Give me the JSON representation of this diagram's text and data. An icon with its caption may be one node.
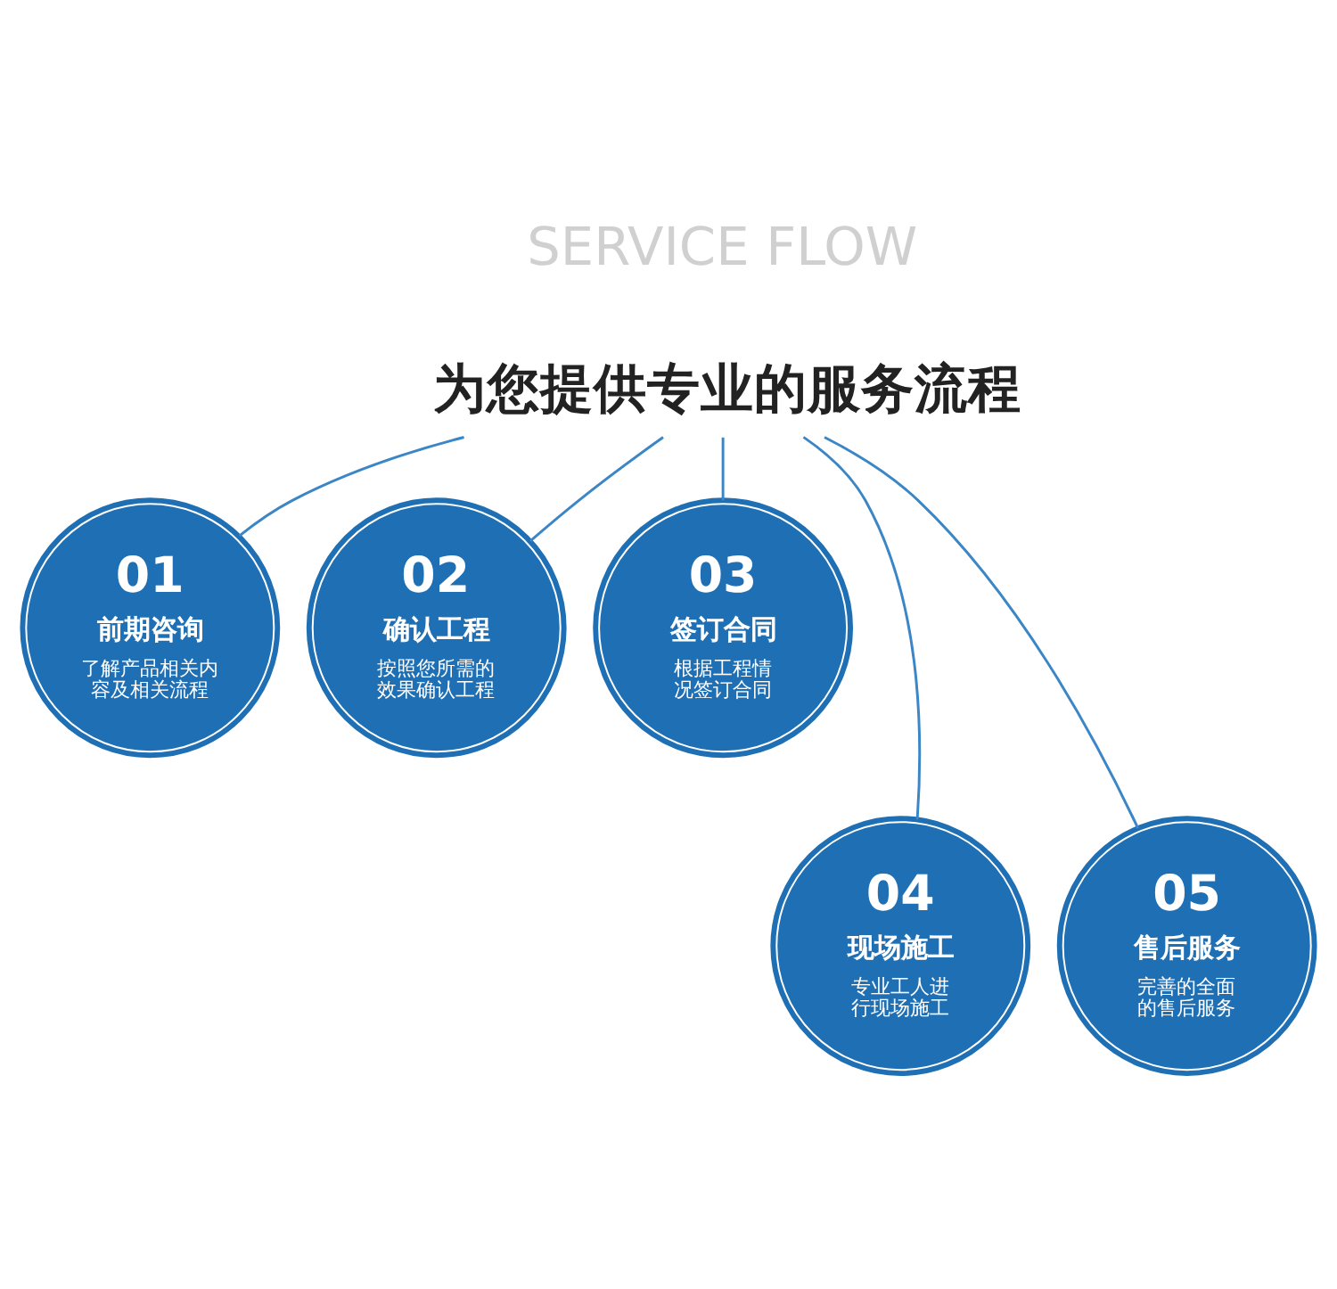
{
  "diagram": {
    "nodes": [
      {
        "text": [
          "为您提供专业的服务流程"
        ]
      },
      {
        "text": [
          "01",
          "前期咨询",
          "了解产品相关内容及相关流程"
        ]
      },
      {
        "text": [
          "02",
          "确认工程",
          "按照您所需的效果确认工程"
        ]
      },
      {
        "text": [
          "03",
          "签订合同",
          "根据工程情况签订合同"
        ]
      },
      {
        "text": [
          "04",
          "现场施工",
          "专业工人进行现场施工"
        ]
      },
      {
        "text": [
          "05",
          "售后服务",
          "完善的全面的售后服务"
        ]
      }
    ],
    "edges": [
      {
        "from": 0,
        "to": 1,
        "arrow": "none"
      },
      {
        "from": 0,
        "to": 4,
        "arrow": "none"
      },
      {
        "from": 0,
        "to": 2,
        "arrow": "none"
      },
      {
        "from": 0,
        "to": 5,
        "arrow": "none"
      },
      {
        "from": 0,
        "to": 3,
        "arrow": "none"
      }
    ],
    "labels": [
      "SERVICE FLOW"
    ]
  }
}
